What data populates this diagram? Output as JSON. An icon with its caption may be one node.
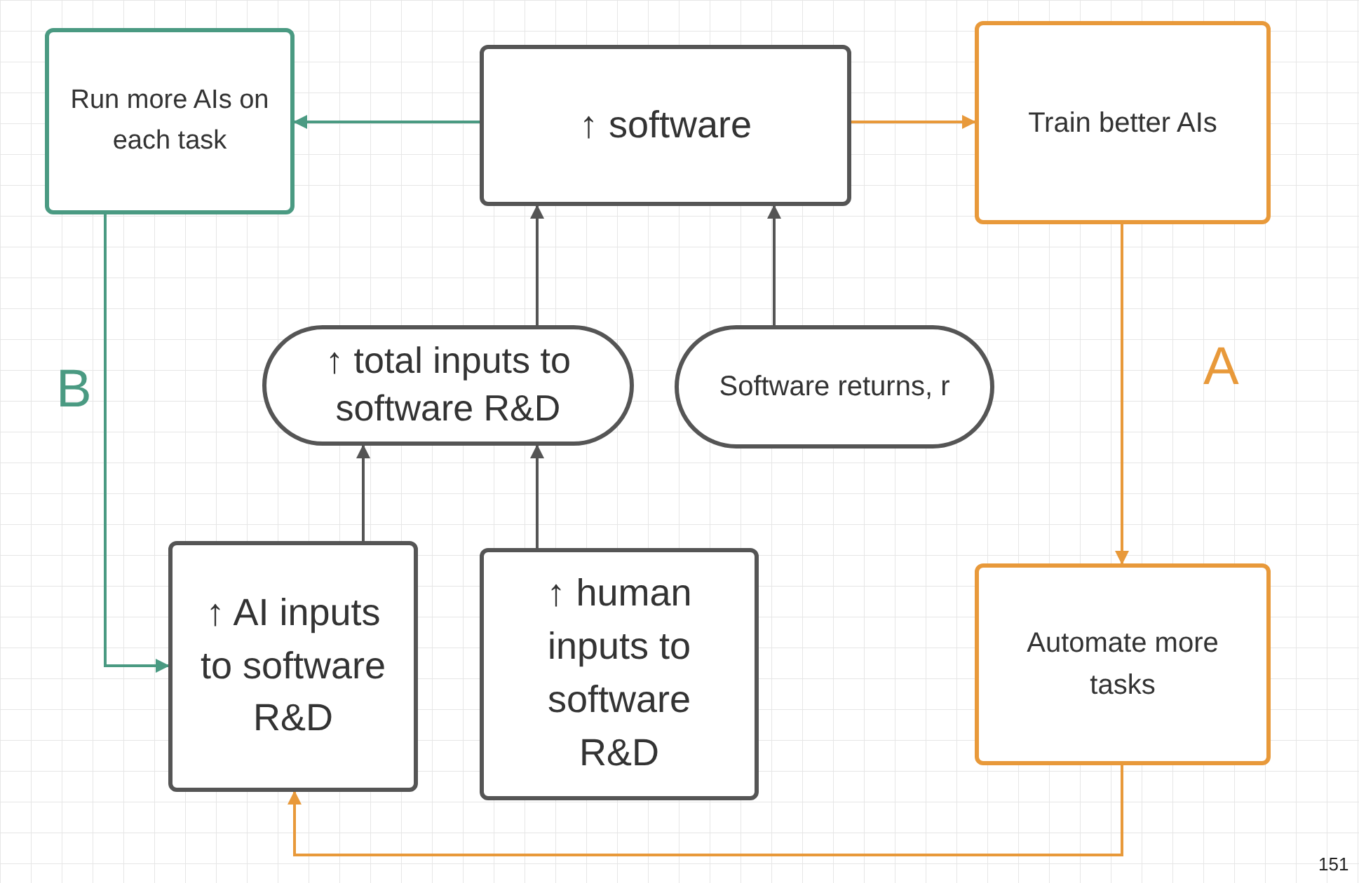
{
  "diagram": {
    "nodes": [
      {
        "text": [
          "Run more AIs on each task"
        ]
      },
      {
        "text": [
          "↑ software"
        ]
      },
      {
        "text": [
          "Train better AIs"
        ]
      },
      {
        "text": [
          "↑ total inputs to software R&D"
        ]
      },
      {
        "text": [
          "Software returns, r"
        ]
      },
      {
        "text": [
          "↑ AI inputs to software R&D"
        ]
      },
      {
        "text": [
          "↑ human inputs to software R&D"
        ]
      },
      {
        "text": [
          "Automate more tasks"
        ]
      }
    ],
    "edges": [
      {
        "from": 1,
        "to": 0,
        "arrow": "to",
        "color": "#4a9a82"
      },
      {
        "from": 1,
        "to": 2,
        "arrow": "to",
        "color": "#e8993a"
      },
      {
        "from": 3,
        "to": 1,
        "arrow": "to"
      },
      {
        "from": 4,
        "to": 1,
        "arrow": "to"
      },
      {
        "from": 5,
        "to": 3,
        "arrow": "to"
      },
      {
        "from": 6,
        "to": 3,
        "arrow": "to"
      },
      {
        "from": 2,
        "to": 7,
        "arrow": "to",
        "color": "#e8993a"
      },
      {
        "from": 0,
        "to": 5,
        "arrow": "to",
        "color": "#4a9a82"
      },
      {
        "from": 7,
        "to": 5,
        "arrow": "to",
        "color": "#e8993a"
      }
    ],
    "labels": [
      "B",
      "A",
      "151"
    ]
  }
}
